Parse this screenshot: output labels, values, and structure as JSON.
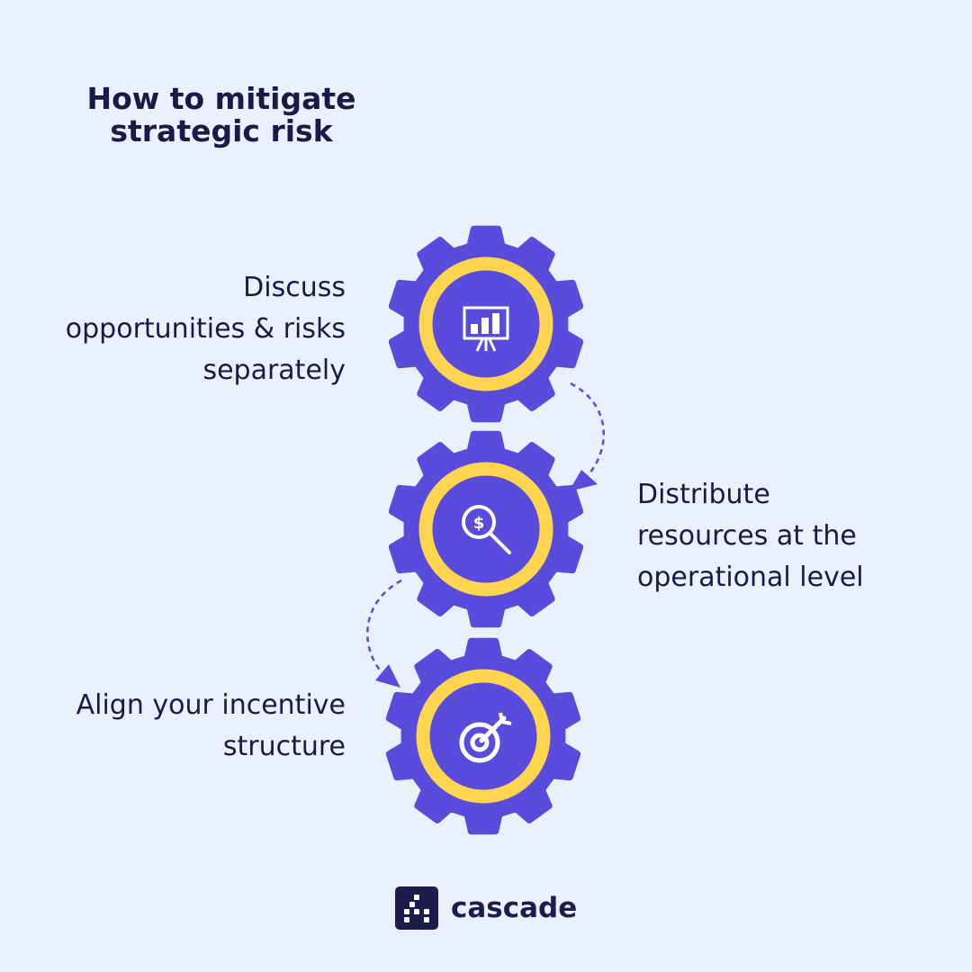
{
  "title": [
    "How to mitigate",
    "strategic risk"
  ],
  "steps": [
    {
      "lines": [
        "Discuss",
        "opportunities & risks",
        "separately"
      ],
      "icon": "presentation-chart-icon"
    },
    {
      "lines": [
        "Distribute",
        "resources at the",
        "operational level"
      ],
      "icon": "dollar-search-icon"
    },
    {
      "lines": [
        "Align your incentive",
        "structure"
      ],
      "icon": "target-dart-icon"
    }
  ],
  "brand": "cascade",
  "colors": {
    "gear": "#594bdb",
    "ring": "#ffd44f",
    "background": "#e9f1fe",
    "text": "#1c1947"
  }
}
